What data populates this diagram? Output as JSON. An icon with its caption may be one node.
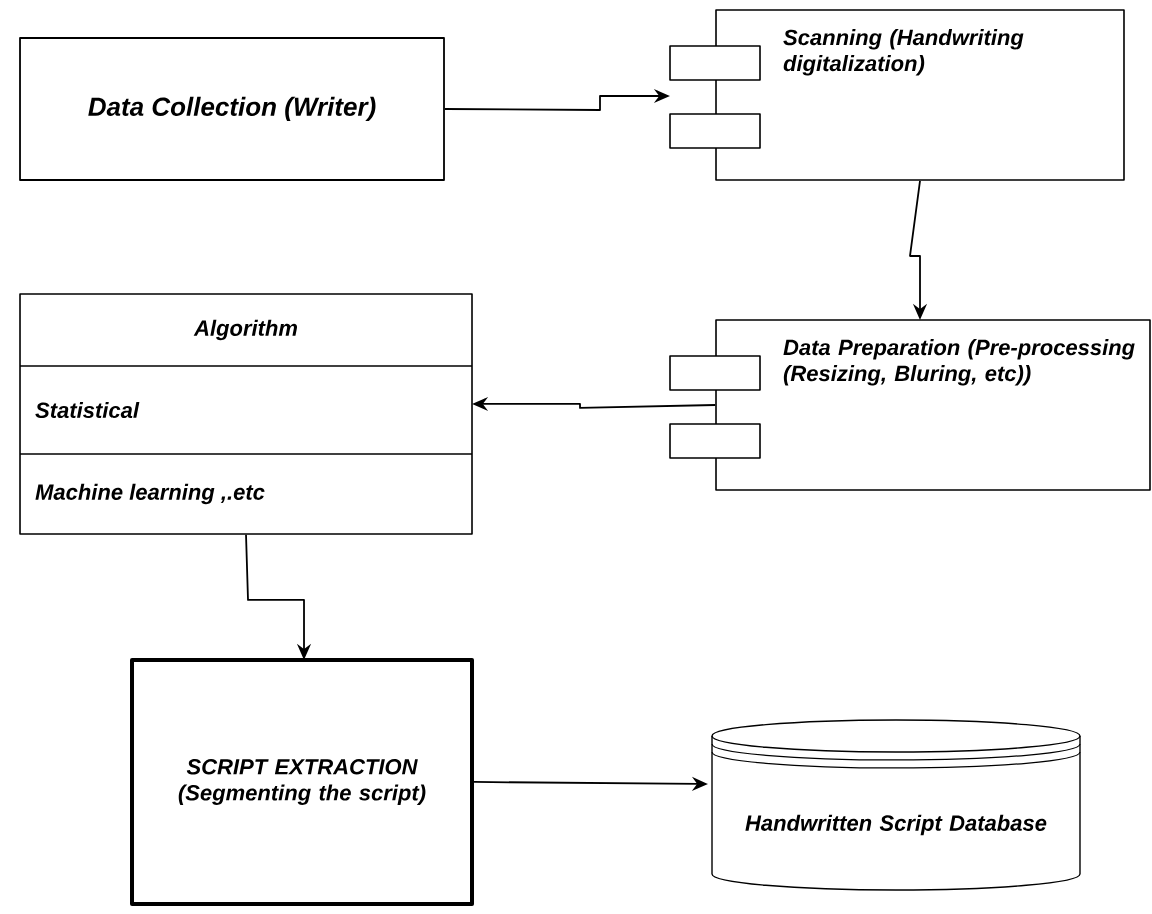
{
  "diagram": {
    "nodes": [
      {
        "text": [
          "Data Collection (Writer)"
        ]
      },
      {
        "text": [
          "Scanning (Handwriting digitalization)"
        ]
      },
      {
        "text": [
          "Data Preparation (Pre-processing (Resizing, Bluring, etc))"
        ]
      },
      {
        "text": [
          "Algorithm",
          "Statistical",
          "Machine learning ,.etc"
        ]
      },
      {
        "text": [
          "SCRIPT EXTRACTION (Segmenting the script)"
        ]
      },
      {
        "text": [
          "Handwritten Script Database"
        ]
      }
    ],
    "edges": [
      {
        "from": 0,
        "to": 1,
        "arrow": "to"
      },
      {
        "from": 1,
        "to": 2,
        "arrow": "to"
      },
      {
        "from": 2,
        "to": 3,
        "arrow": "to"
      },
      {
        "from": 3,
        "to": 4,
        "arrow": "to"
      },
      {
        "from": 4,
        "to": 5,
        "arrow": "to"
      }
    ]
  }
}
